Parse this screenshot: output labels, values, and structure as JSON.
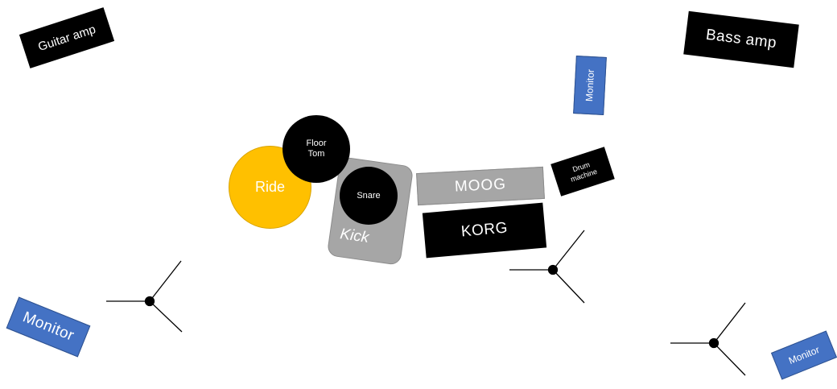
{
  "labels": {
    "guitar_amp": "Guitar amp",
    "bass_amp": "Bass amp",
    "monitor_top": "Monitor",
    "monitor_left": "Monitor",
    "monitor_right": "Monitor",
    "floor_tom_line1": "Floor",
    "floor_tom_line2": "Tom",
    "ride": "Ride",
    "snare": "Snare",
    "kick": "Kick",
    "moog": "MOOG",
    "korg": "KORG",
    "drum_machine_line1": "Drum",
    "drum_machine_line2": "machine"
  },
  "colors": {
    "black": "#000000",
    "monitor_blue": "#4472c4",
    "ride_yellow": "#ffc000",
    "kick_gray": "#a6a6a6",
    "moog_gray": "#a6a6a6"
  }
}
